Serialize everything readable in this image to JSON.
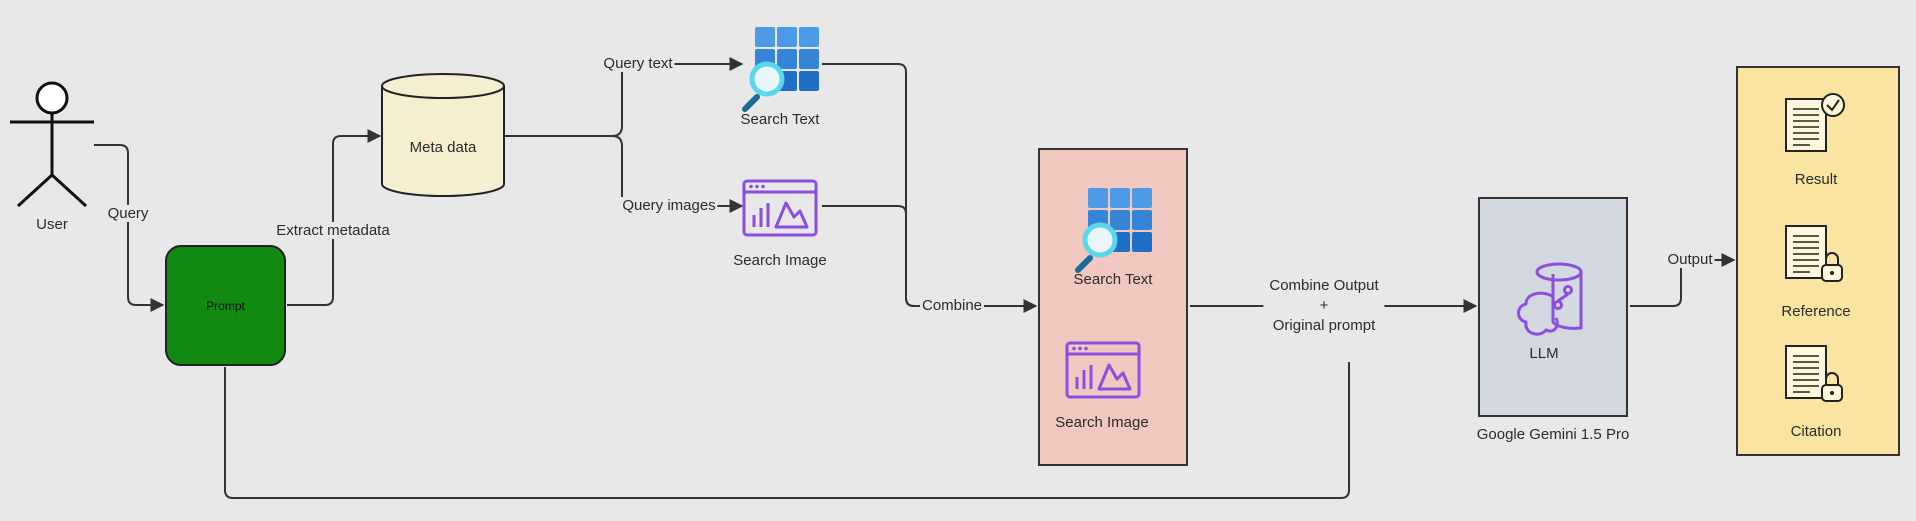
{
  "diagram": {
    "user": {
      "label": "User"
    },
    "edges": {
      "query": "Query",
      "extract_metadata": "Extract metadata",
      "query_text": "Query text",
      "query_images": "Query images",
      "combine": "Combine",
      "output": "Output"
    },
    "prompt": {
      "label": "Prompt"
    },
    "metadata_store": {
      "label": "Meta data"
    },
    "search_text": {
      "label": "Search Text"
    },
    "search_image": {
      "label": "Search Image"
    },
    "combined_search": {
      "text_label": "Search Text",
      "image_label": "Search Image"
    },
    "combine_output": {
      "line1": "Combine Output",
      "line2": "+",
      "line3": "Original prompt"
    },
    "llm": {
      "label": "LLM",
      "caption": "Google Gemini 1.5 Pro"
    },
    "outputs": {
      "result": "Result",
      "reference": "Reference",
      "citation": "Citation"
    },
    "colors": {
      "prompt_fill": "#128a12",
      "metadata_fill": "#f6eed0",
      "search_panel_fill": "#f0c8bf",
      "llm_panel_fill": "#d3d7e0",
      "output_panel_fill": "#f9e5a1",
      "search_icon_blue": "#3c8ee0",
      "image_icon_purple": "#8a4ee0",
      "magnifier_cyan": "#5ad6ef"
    }
  }
}
